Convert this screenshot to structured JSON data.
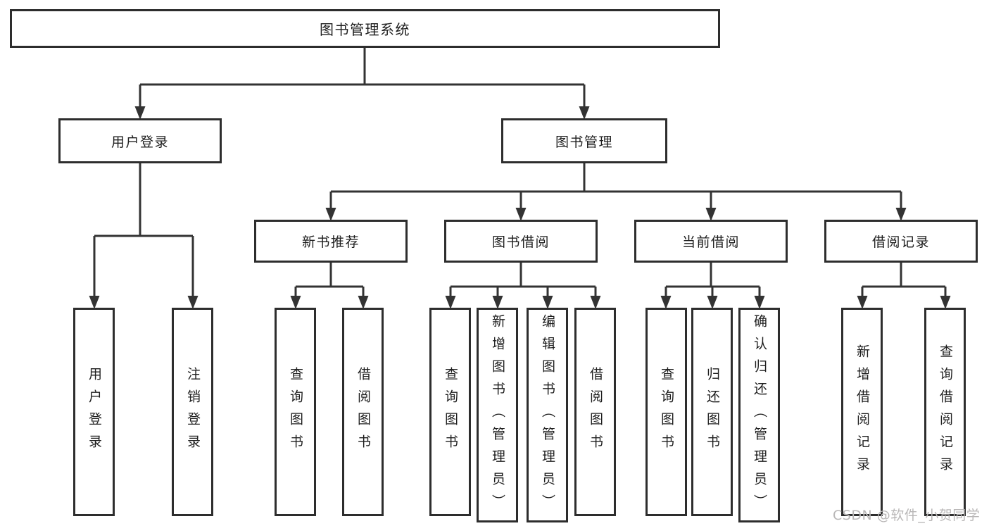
{
  "diagram": {
    "root": {
      "label": "图书管理系统"
    },
    "level2": [
      {
        "id": "user-login",
        "label": "用户登录",
        "children": [
          "用户登录",
          "注销登录"
        ]
      },
      {
        "id": "book-management",
        "label": "图书管理"
      }
    ],
    "level3": [
      {
        "id": "new-book-recommend",
        "label": "新书推荐",
        "children": [
          "查询图书",
          "借阅图书"
        ]
      },
      {
        "id": "book-borrowing",
        "label": "图书借阅",
        "children": [
          "查询图书",
          "新增图书（管理员）",
          "编辑图书（管理员）",
          "借阅图书"
        ]
      },
      {
        "id": "current-borrowing",
        "label": "当前借阅",
        "children": [
          "查询图书",
          "归还图书",
          "确认归还（管理员）"
        ]
      },
      {
        "id": "borrow-records",
        "label": "借阅记录",
        "children": [
          "新增借阅记录",
          "查询借阅记录"
        ]
      }
    ]
  },
  "watermark": {
    "text": "CSDN @软件_小贺同学"
  },
  "colors": {
    "line": "#333333",
    "box_border": "#2d2d2d",
    "text": "#1e1e1e",
    "watermark_text": "#b9b7b7",
    "background": "#ffffff"
  }
}
